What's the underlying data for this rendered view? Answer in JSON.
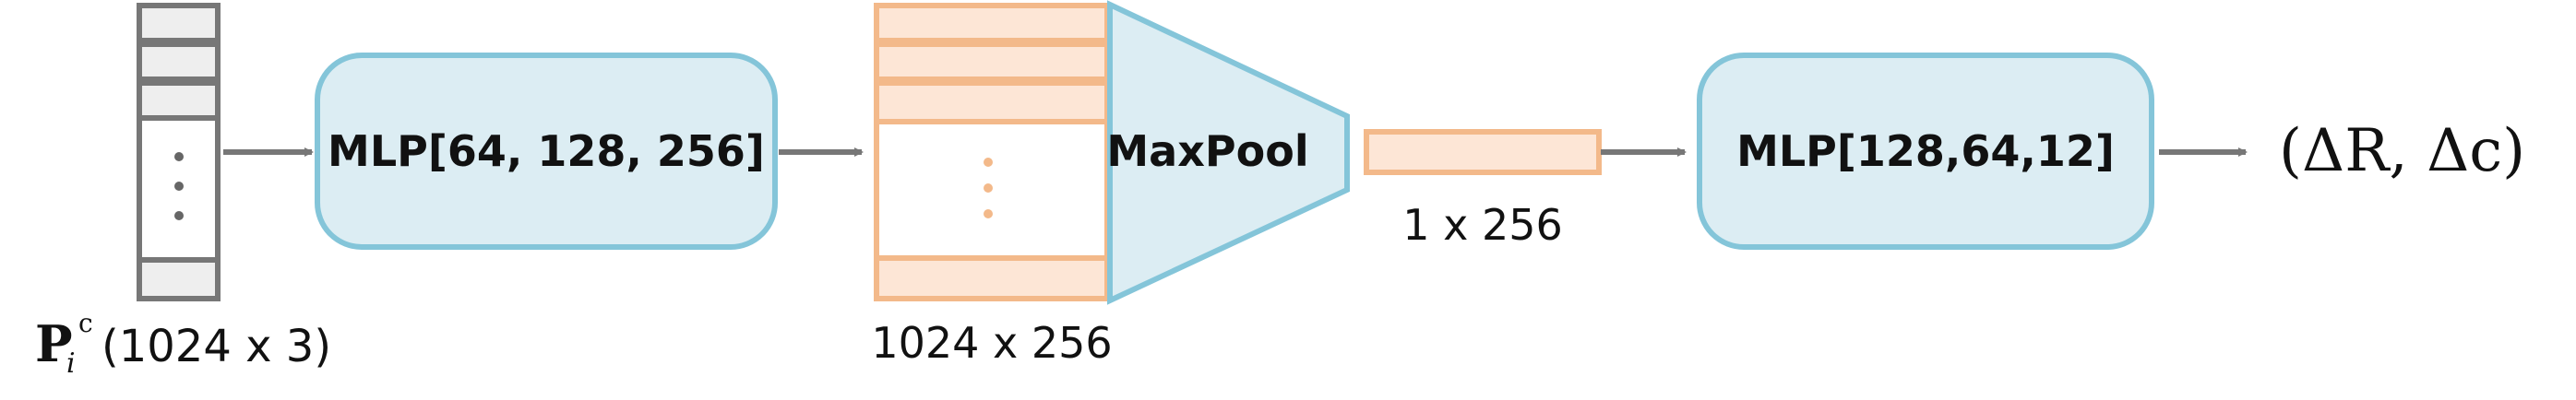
{
  "input": {
    "symbol": "P",
    "subscript": "i",
    "superscript": "c",
    "dims": "(1024 x 3)"
  },
  "mlp1": {
    "label": "MLP[64, 128, 256]"
  },
  "feature_map": {
    "dims": "1024 x 256"
  },
  "maxpool": {
    "label": "MaxPool"
  },
  "global_feature": {
    "dims": "1 x 256"
  },
  "mlp2": {
    "label": "MLP[128,64,12]"
  },
  "output": {
    "label": "(ΔR, Δc)"
  },
  "colors": {
    "box_fill": "#dcedf3",
    "box_stroke": "#84c5d9",
    "feature_fill": "#fde6d6",
    "feature_stroke": "#f3b98a",
    "input_fill": "#eeeeee",
    "input_stroke": "#777777",
    "arrow": "#777777"
  }
}
